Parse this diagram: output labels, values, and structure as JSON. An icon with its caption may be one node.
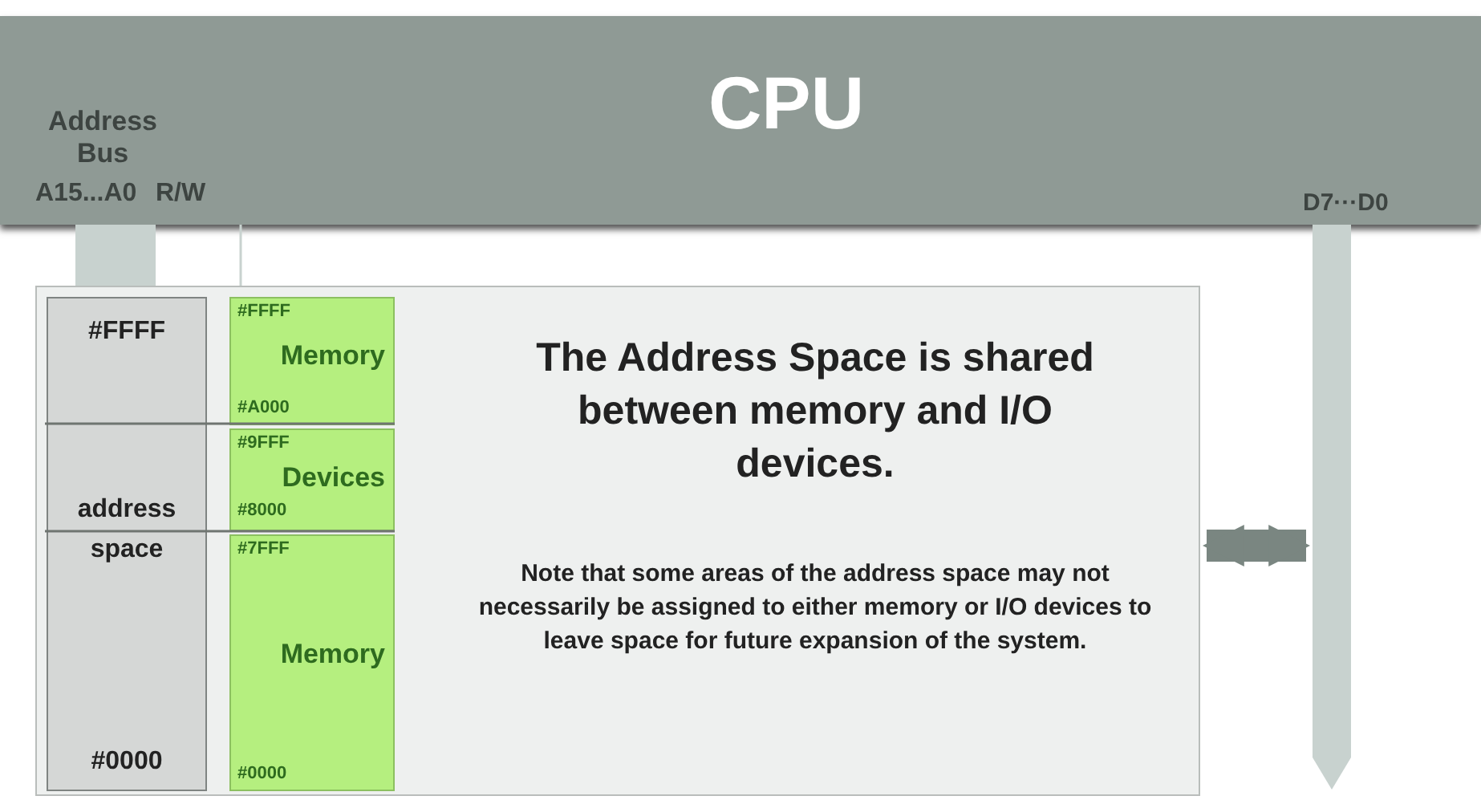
{
  "diagram": {
    "nodes": [
      {
        "text": [
          "CPU",
          "Address Bus",
          "A15...A0",
          "R/W",
          "D7···D0"
        ]
      },
      {
        "text": [
          "The Address Space is shared between memory and I/O devices.",
          "Note that some areas of the address space may not necessarily be assigned to either memory or I/O devices to leave space for future expansion of the system."
        ]
      },
      {
        "text": [
          "#FFFF",
          "address space",
          "#0000"
        ],
        "in": 1
      },
      {
        "text": [
          "#FFFF",
          "Memory",
          "#A000"
        ],
        "in": 1
      },
      {
        "text": [
          "#9FFF",
          "Devices",
          "#8000"
        ],
        "in": 1
      },
      {
        "text": [
          "#7FFF",
          "Memory",
          "#0000"
        ],
        "in": 1
      },
      {
        "text": [],
        "shape": "bar"
      },
      {
        "text": [],
        "shape": "bar"
      }
    ],
    "edges": [
      {
        "from": 0,
        "to": 1,
        "arrow": "none"
      },
      {
        "from": 1,
        "to": 6,
        "arrow": "both",
        "style": "thick",
        "color": "#7a8681"
      }
    ]
  }
}
